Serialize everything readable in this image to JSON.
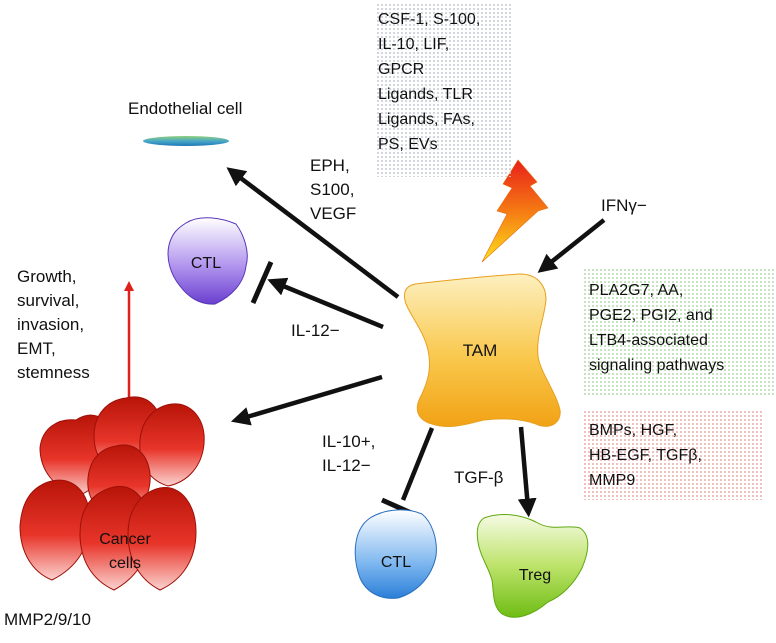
{
  "signals_in": "CSF-1, S-100,\nIL-10, LIF,\nGPCR\nLigands, TLR\nLigands, FAs,\nPS, EVs",
  "ifn_label": "IFNγ−",
  "lipid_pathways": "PLA2G7, AA,\nPGE2, PGI2, and\nLTB4-associated\nsignaling pathways",
  "growth_factors": "BMPs, HGF,\nHB-EGF, TGFβ,\nMMP9",
  "endothelial_label": "Endothelial cell",
  "angio_factors": "EPH,\nS100,\nVEGF",
  "ctl_top_label": "CTL",
  "il12_label": "IL-12−",
  "tumor_effects": "Growth,\nsurvival,\ninvasion,\nEMT,\nstemness",
  "tam_label": "TAM",
  "il10_label": "IL-10+,\nIL-12−",
  "tgfb_label": "TGF-β",
  "ctl_bottom_label": "CTL",
  "treg_label": "Treg",
  "cancer_label": "Cancer\ncells",
  "mmp_label": "MMP2/9/10",
  "colors": {
    "tam": "#f6b020",
    "cancer": "#d42a1c",
    "ctl_top": "#7b52d6",
    "ctl_bottom": "#3f8fe0",
    "treg": "#7dc61e",
    "endothelial": "#2f92c8",
    "arrow": "#111111",
    "growth_arrow": "#e0201a"
  }
}
